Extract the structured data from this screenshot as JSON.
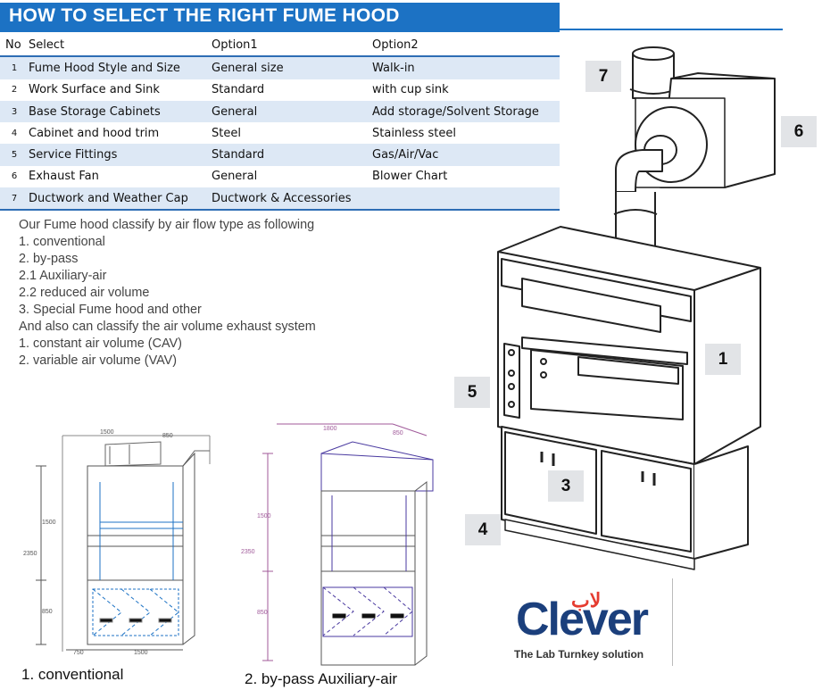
{
  "header": {
    "title": "HOW TO SELECT THE RIGHT FUME HOOD"
  },
  "table": {
    "columns": [
      "No",
      "Select",
      "Option1",
      "Option2"
    ],
    "rows": [
      {
        "no": "1",
        "select": "Fume Hood Style and Size",
        "option1": "General size",
        "option2": "Walk-in"
      },
      {
        "no": "2",
        "select": "Work Surface and Sink",
        "option1": "Standard",
        "option2": "with cup sink"
      },
      {
        "no": "3",
        "select": "Base Storage Cabinets",
        "option1": "General",
        "option2": "Add storage/Solvent Storage"
      },
      {
        "no": "4",
        "select": "Cabinet and hood trim",
        "option1": "Steel",
        "option2": "Stainless steel"
      },
      {
        "no": "5",
        "select": "Service Fittings",
        "option1": "Standard",
        "option2": "Gas/Air/Vac"
      },
      {
        "no": "6",
        "select": "Exhaust Fan",
        "option1": "General",
        "option2": "Blower Chart"
      },
      {
        "no": "7",
        "select": "Ductwork and Weather Cap",
        "option1": "Ductwork & Accessories",
        "option2": ""
      }
    ]
  },
  "description": {
    "lines": [
      "Our Fume hood classify by air flow type as following",
      "1. conventional",
      "2. by-pass",
      "2.1 Auxiliary-air",
      "2.2 reduced air volume",
      "3. Special Fume hood and other",
      "And also can classify the air volume exhaust system",
      "1. constant air volume (CAV)",
      "2. variable air volume (VAV)"
    ]
  },
  "callouts": [
    "1",
    "3",
    "4",
    "5",
    "6",
    "7"
  ],
  "drawings": {
    "conventional": {
      "caption": "1. conventional",
      "dims": {
        "width_top": "1500",
        "depth_top": "850",
        "height_total": "2350",
        "height_upper": "1500",
        "height_base": "850",
        "depth_bottom": "750",
        "width_bottom": "1500"
      }
    },
    "bypass": {
      "caption": "2. by-pass Auxiliary-air",
      "dims": {
        "width_top": "1800",
        "depth_top": "850",
        "height_total": "2350",
        "height_upper": "1500",
        "height_base": "850"
      }
    }
  },
  "logo": {
    "word": "Clever",
    "arabic": "لاب",
    "tagline": "The Lab Turnkey solution"
  },
  "colors": {
    "brand_blue": "#1c72c4",
    "row_shade": "#dde8f5",
    "logo_blue": "#1b3f7c",
    "logo_red": "#e53b2f",
    "callout_bg": "#e2e4e7"
  }
}
